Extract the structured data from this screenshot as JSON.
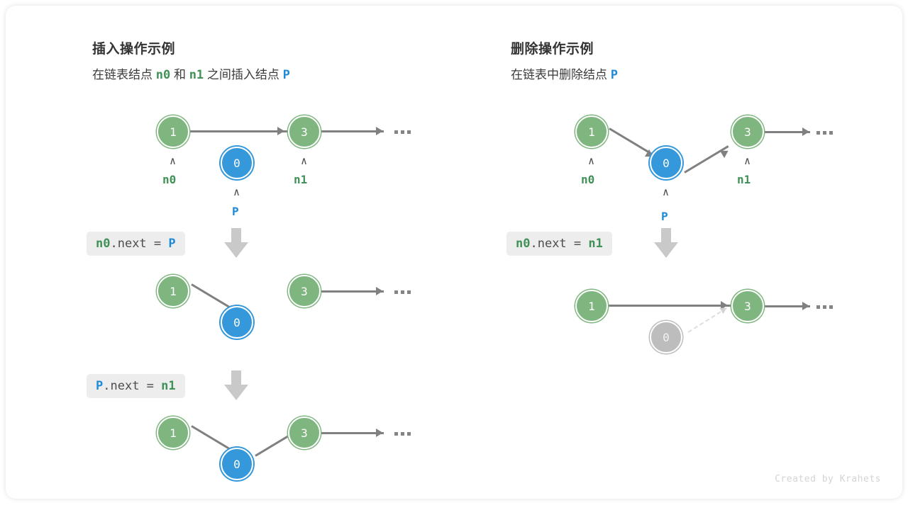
{
  "credit": "Created by Krahets",
  "panels": [
    {
      "id": "insert",
      "title": "插入操作示例",
      "subtitle": {
        "seg1": "在链表结点",
        "n0": "n0",
        "seg2": "和",
        "n1": "n1",
        "seg3": "之间插入结点",
        "p": "P"
      },
      "steps": [
        {
          "code": {
            "var1": "n0",
            "mid": ".next = ",
            "var2": "P"
          }
        },
        {
          "code": {
            "var1": "P",
            "mid": ".next = ",
            "var2": "n1"
          }
        }
      ],
      "rows": [
        {
          "name": "initial-state",
          "nodes": [
            {
              "value": "1",
              "color": "green",
              "pointer": "n0",
              "pointer_color": "green"
            },
            {
              "value": "0",
              "color": "blue",
              "pointer": "P",
              "pointer_color": "blue"
            },
            {
              "value": "3",
              "color": "green",
              "pointer": "n1",
              "pointer_color": "green"
            }
          ],
          "ellipsis": "•••"
        },
        {
          "name": "after-step-1",
          "nodes": [
            {
              "value": "1",
              "color": "green"
            },
            {
              "value": "0",
              "color": "blue"
            },
            {
              "value": "3",
              "color": "green"
            }
          ],
          "ellipsis": "•••"
        },
        {
          "name": "after-step-2",
          "nodes": [
            {
              "value": "1",
              "color": "green"
            },
            {
              "value": "0",
              "color": "blue"
            },
            {
              "value": "3",
              "color": "green"
            }
          ],
          "ellipsis": "•••"
        }
      ]
    },
    {
      "id": "delete",
      "title": "删除操作示例",
      "subtitle": {
        "seg1": "在链表中删除结点",
        "p": "P"
      },
      "steps": [
        {
          "code": {
            "var1": "n0",
            "mid": ".next = ",
            "var2": "n1"
          }
        }
      ],
      "rows": [
        {
          "name": "initial-state",
          "nodes": [
            {
              "value": "1",
              "color": "green",
              "pointer": "n0",
              "pointer_color": "green"
            },
            {
              "value": "0",
              "color": "blue",
              "pointer": "P",
              "pointer_color": "blue"
            },
            {
              "value": "3",
              "color": "green",
              "pointer": "n1",
              "pointer_color": "green"
            }
          ],
          "ellipsis": "•••"
        },
        {
          "name": "after-delete",
          "nodes": [
            {
              "value": "1",
              "color": "green"
            },
            {
              "value": "0",
              "color": "gray"
            },
            {
              "value": "3",
              "color": "green"
            }
          ],
          "ellipsis": "•••"
        }
      ]
    }
  ],
  "colors": {
    "green_node": "#7fb680",
    "blue_node": "#3498db",
    "gray_node": "#bdbdbd",
    "green_text": "#3f9156",
    "blue_text": "#1f8ad6",
    "arrow": "#808080",
    "chip_bg": "#ededed"
  }
}
